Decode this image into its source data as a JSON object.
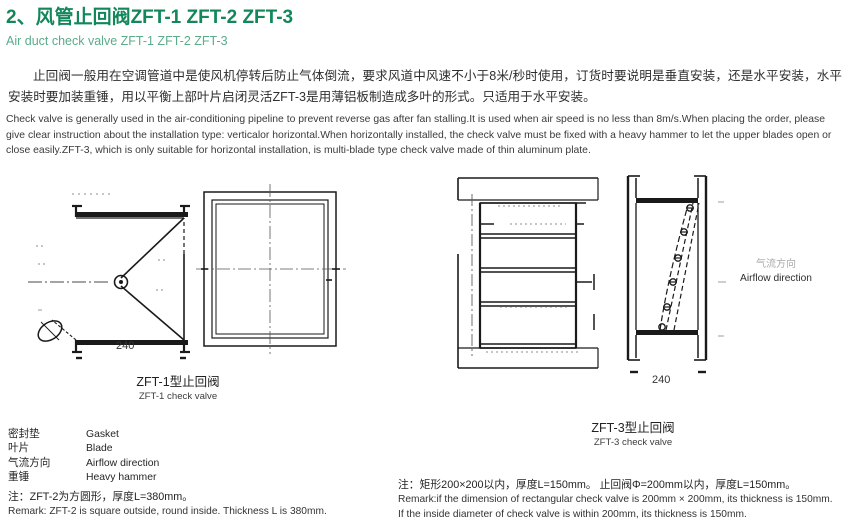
{
  "header": {
    "title": "2、风管止回阀ZFT-1 ZFT-2 ZFT-3",
    "subtitle": "Air duct check valve ZFT-1 ZFT-2 ZFT-3"
  },
  "intro": {
    "cn": "止回阀一般用在空调管道中是使风机停转后防止气体倒流，要求风道中风速不小于8米/秒时使用，订货时要说明是垂直安装，还是水平安装，水平安装时要加装重锤，用以平衡上部叶片启闭灵活ZFT-3是用薄铝板制造成多叶的形式。只适用于水平安装。",
    "en": "Check valve is generally used in the air-conditioning pipeline to prevent reverse gas after fan stalling.It is used when air speed is no less than 8m/s.When placing the order, please give clear instruction about the installation type: verticalor horizontal.When horizontally installed, the check valve must be fixed with a heavy hammer to let the upper blades open or close easily.ZFT-3, which is only suitable for horizontal installation, is multi-blade type check valve made of thin aluminum plate."
  },
  "figures": {
    "left": {
      "caption_cn": "ZFT-1型止回阀",
      "caption_en": "ZFT-1 check valve",
      "dimension": "240"
    },
    "right": {
      "caption_cn": "ZFT-3型止回阀",
      "caption_en": "ZFT-3 check valve",
      "dimension": "240",
      "airflow_cn": "气流方向",
      "airflow_en": "Airflow direction"
    }
  },
  "legend": {
    "rows": [
      {
        "cn": "密封垫",
        "en": "Gasket"
      },
      {
        "cn": "叶片",
        "en": "Blade"
      },
      {
        "cn": "气流方向",
        "en": "Airflow direction"
      },
      {
        "cn": "重锤",
        "en": "Heavy hammer"
      }
    ]
  },
  "remarks": {
    "left": {
      "cn": "注：ZFT-2为方圆形，厚度L=380mm。",
      "en": "Remark: ZFT-2 is square outside, round inside. Thickness L is 380mm."
    },
    "right": {
      "cn": "注：矩形200×200以内，厚度L=150mm。    止回阀Φ=200mm以内，厚度L=150mm。",
      "en_line1": "Remark:if the dimension of rectangular check valve is 200mm × 200mm, its thickness is 150mm.",
      "en_line2": "If the inside diameter of check valve is within 200mm, its thickness is 150mm."
    }
  },
  "colors": {
    "title_green": "#12875a",
    "subtitle_green": "#5bab8c",
    "line": "#1a1a1a"
  }
}
